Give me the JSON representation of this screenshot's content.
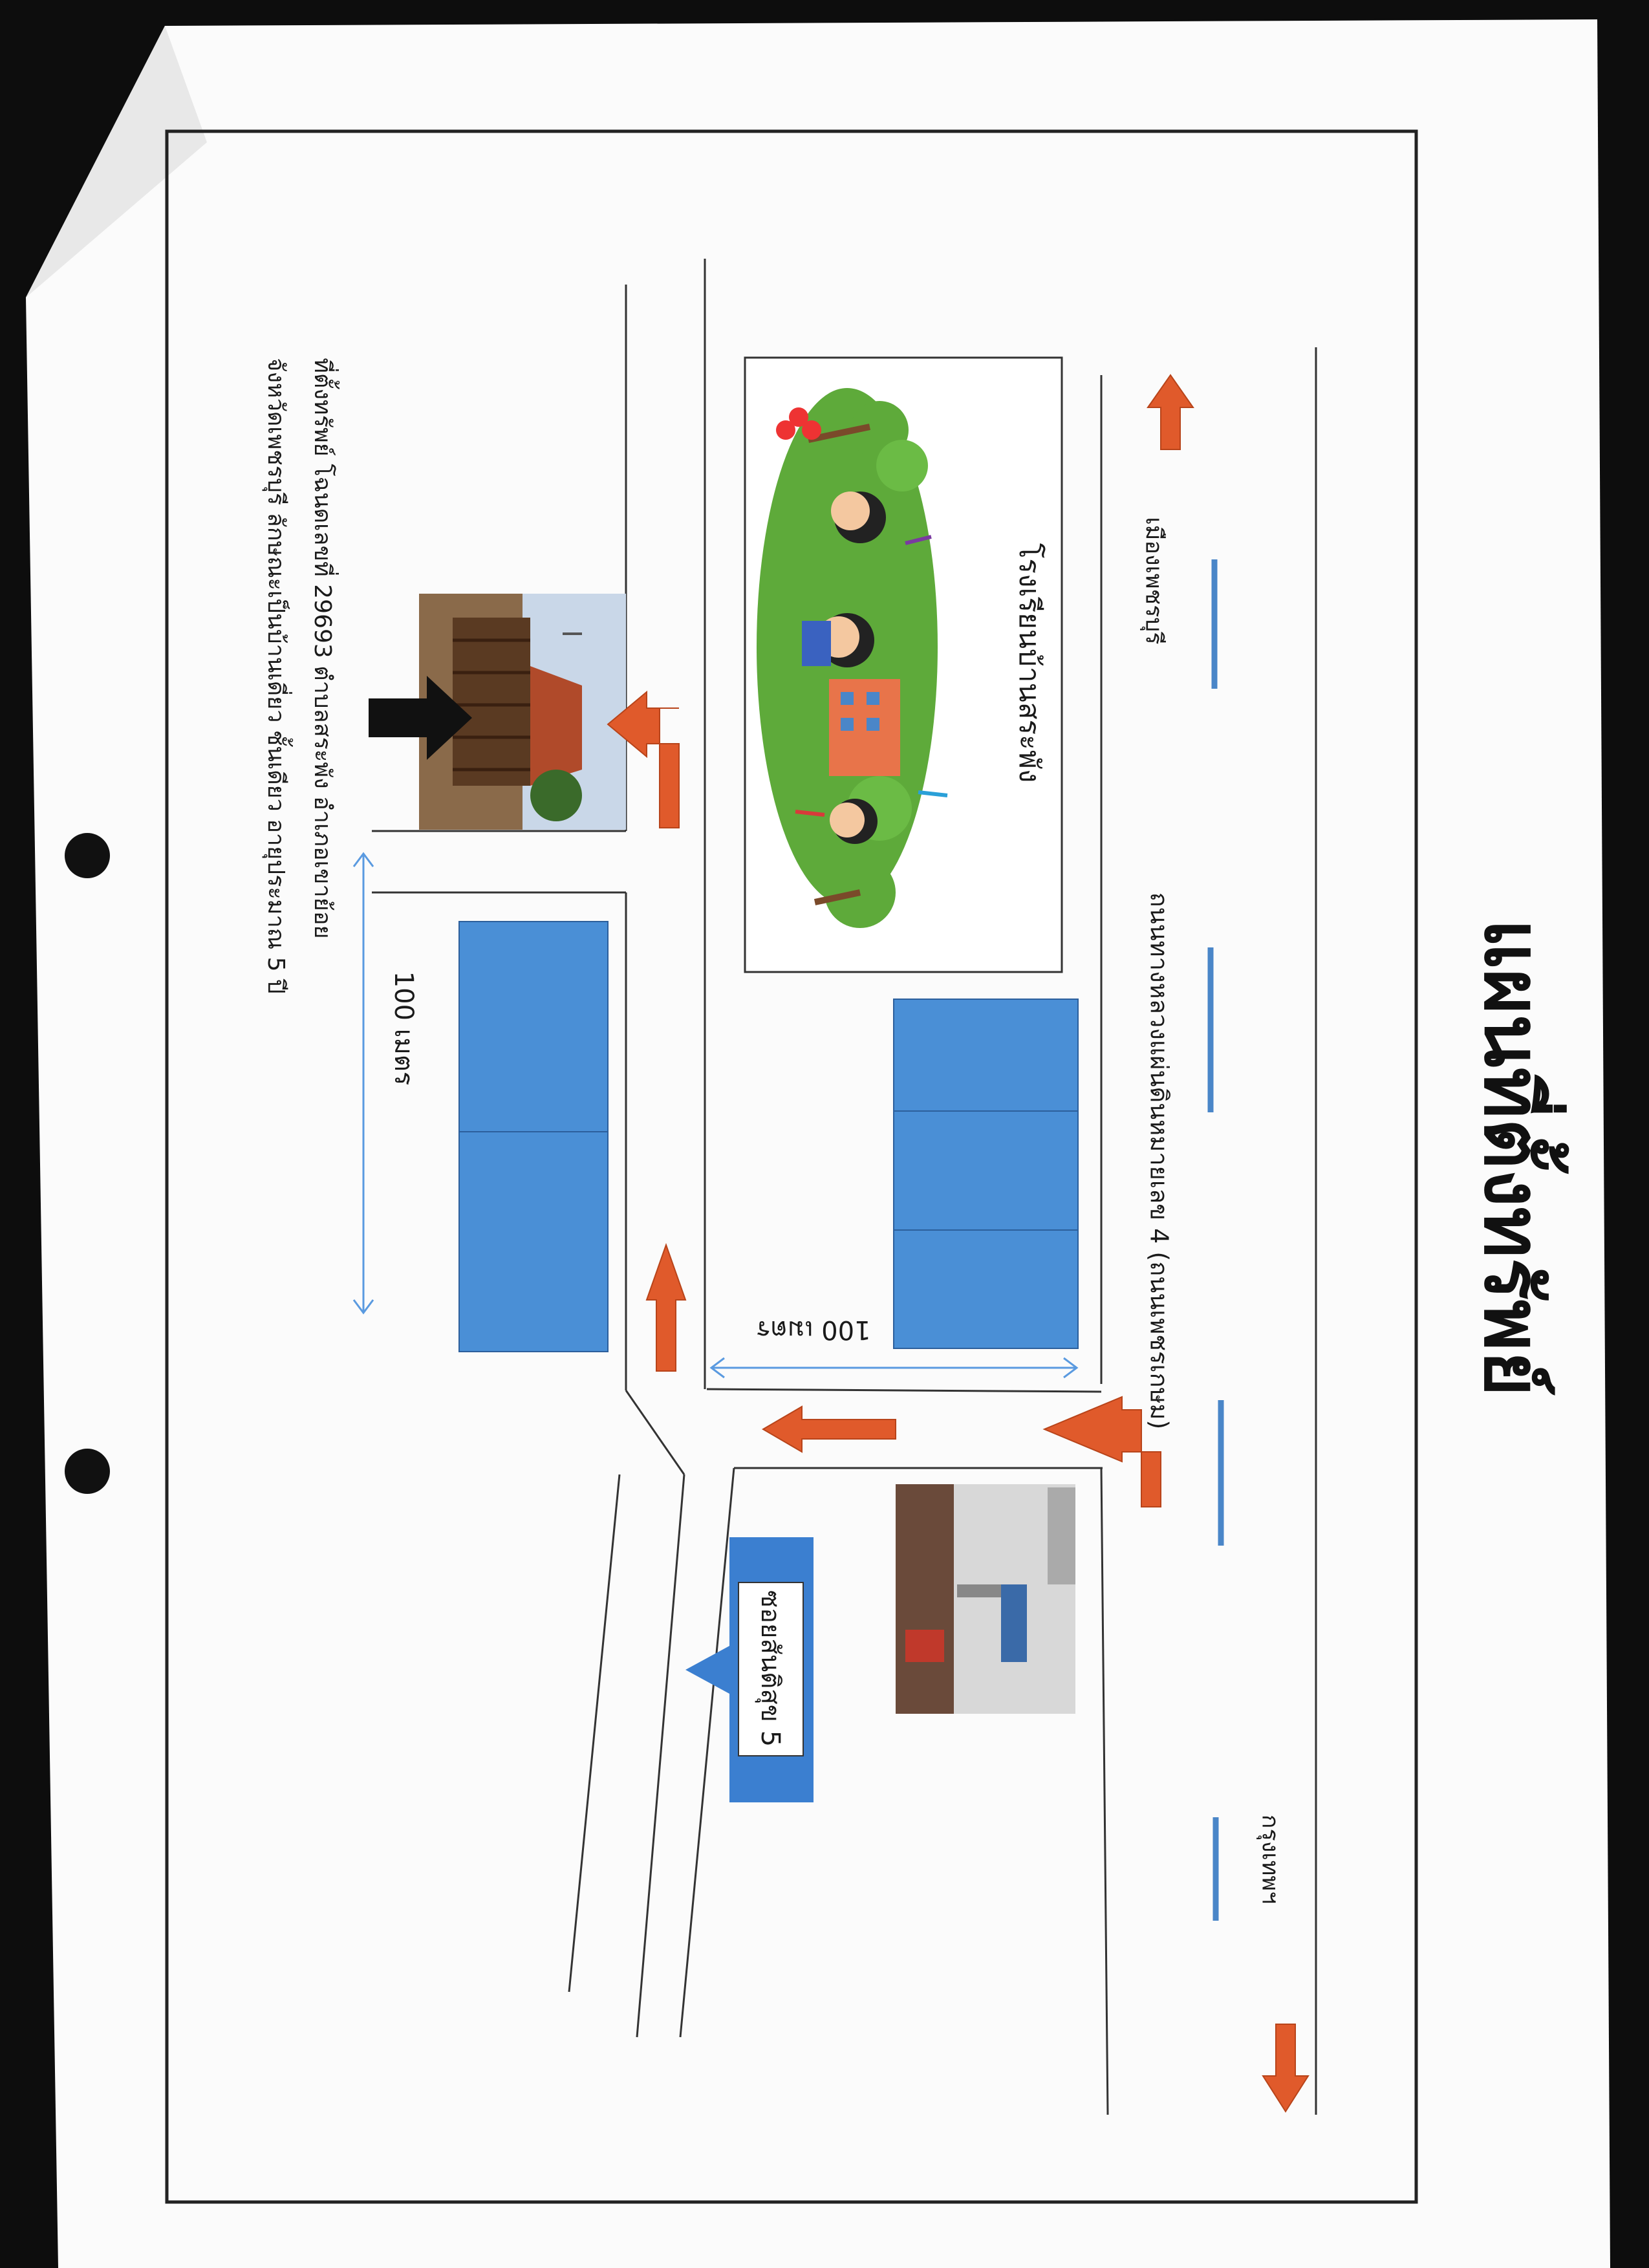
{
  "map": {
    "title": "แผนที่ตั้งทรัพย์",
    "main_road": {
      "label": "ถนนทางหลวงแผ่นดินหมายเลข 4 (ถนนเพชรเกษม)",
      "direction_north": "เมืองเพชรบุรี",
      "direction_south": "กรุงเทพฯ"
    },
    "landmark": {
      "label": "โรงเรียนบ้านสระพัง"
    },
    "soi_sign": {
      "label": "ซอยสันติสุข 5"
    },
    "distances": {
      "main_road_segment": "100 เมตร",
      "side_road_segment": "100 เมตร"
    },
    "property_description": {
      "line1": "ที่ตั้งทรัพย์  โฉนดเลขที่ 29693 ตำบลสระพัง  อำเภอเขาย้อย",
      "line2": "จังหวัดเพชรบุรี  ลักษณะเป็นบ้านเดี่ยว ชั้นเดียว  อายุประมาณ 5 ปี"
    },
    "colors": {
      "arrow_orange": "#e05a2b",
      "block_blue": "#4a8fd6",
      "sign_blue": "#3b7fd0",
      "dimension_line": "#5a9ae0",
      "paper": "#fbfbfb",
      "landmark_grass": "#5eaa3a"
    }
  }
}
